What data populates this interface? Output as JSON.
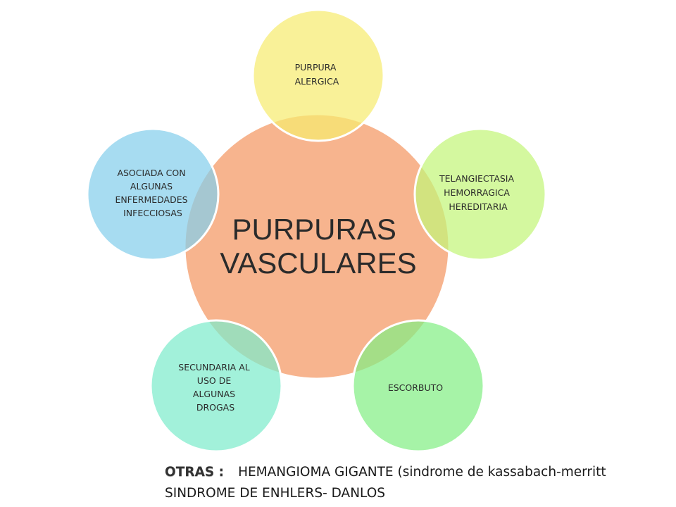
{
  "diagram": {
    "center": {
      "lines": [
        "PURPURAS",
        "VASCULARES"
      ],
      "color": "#f7b48e"
    },
    "nodes": [
      {
        "id": "alergica",
        "lines": [
          "PURPURA",
          "ALERGICA"
        ],
        "color": "#f7ec70"
      },
      {
        "id": "telangiectasia",
        "lines": [
          "TELANGIECTASIA",
          "HEMORRAGICA",
          "HEREDITARIA"
        ],
        "color": "#c4f57a"
      },
      {
        "id": "escorbuto",
        "lines": [
          "ESCORBUTO"
        ],
        "color": "#84ef85"
      },
      {
        "id": "drogas",
        "lines": [
          "SECUNDARIA AL",
          "USO DE",
          "ALGUNAS",
          "DROGAS"
        ],
        "color": "#7eebcc"
      },
      {
        "id": "infecciosas",
        "lines": [
          "ASOCIADA CON",
          "ALGUNAS",
          "ENFERMEDADES",
          "INFECCIOSAS"
        ],
        "color": "#85cfec"
      }
    ]
  },
  "footer": {
    "otras_label": "OTRAS :",
    "line1": "HEMANGIOMA GIGANTE (sindrome de kassabach-merritt",
    "line2": "SINDROME DE  ENHLERS- DANLOS"
  }
}
